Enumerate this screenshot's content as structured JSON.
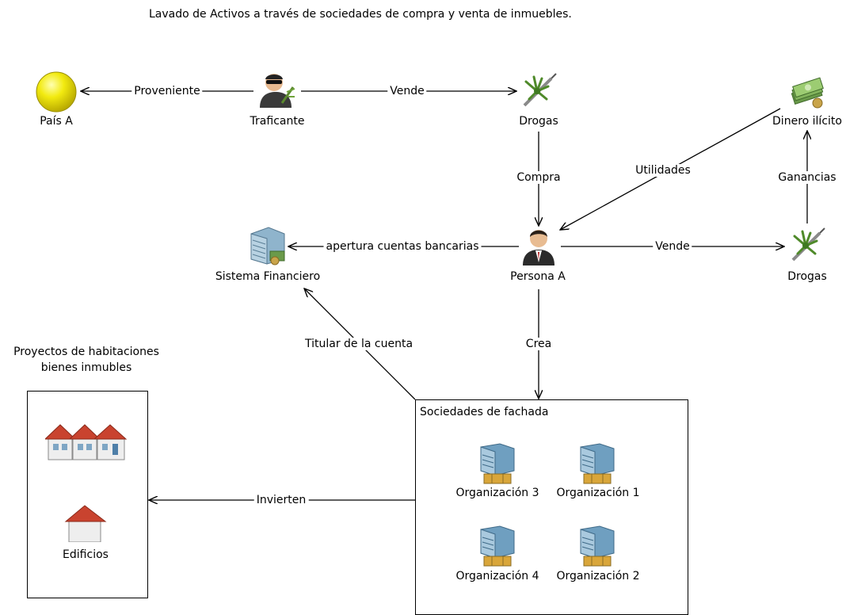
{
  "title": "Lavado de Activos a través de sociedades de compra y venta de inmuebles.",
  "nodes": {
    "pais_a": "País A",
    "traficante": "Traficante",
    "drogas_top": "Drogas",
    "dinero_ilicito": "Dinero ilícito",
    "sistema_financiero": "Sistema Financiero",
    "persona_a": "Persona A",
    "drogas_right": "Drogas",
    "edificios": "Edificios",
    "org_3": "Organización 3",
    "org_1": "Organización 1",
    "org_4": "Organización 4",
    "org_2": "Organización 2"
  },
  "groups": {
    "projects_title_line1": "Proyectos de habitaciones",
    "projects_title_line2": "bienes inmubles",
    "sociedades_title": "Sociedades de fachada"
  },
  "edges": {
    "proveniente": "Proveniente",
    "vende_top": "Vende",
    "compra": "Compra",
    "utilidades": "Utilidades",
    "ganancias": "Ganancias",
    "apertura": "apertura cuentas bancarias",
    "vende_right": "Vende",
    "crea": "Crea",
    "titular": "Titular de la cuenta",
    "invierten": "Invierten"
  },
  "icons": {
    "pais": "yellow-sphere-icon",
    "traficante": "trafficker-person-icon",
    "drogas": "drugs-syringe-icon",
    "dinero": "money-stack-icon",
    "sistema": "bank-building-icon",
    "persona": "businessman-icon",
    "houses": "row-houses-icon",
    "edificio": "house-icon",
    "organizacion": "organization-server-icon"
  },
  "colors": {
    "sphere": "#e8e000",
    "roof": "#c9432f",
    "server": "#6f9fc0",
    "org_base": "#d9a63a",
    "edge": "#000000"
  }
}
